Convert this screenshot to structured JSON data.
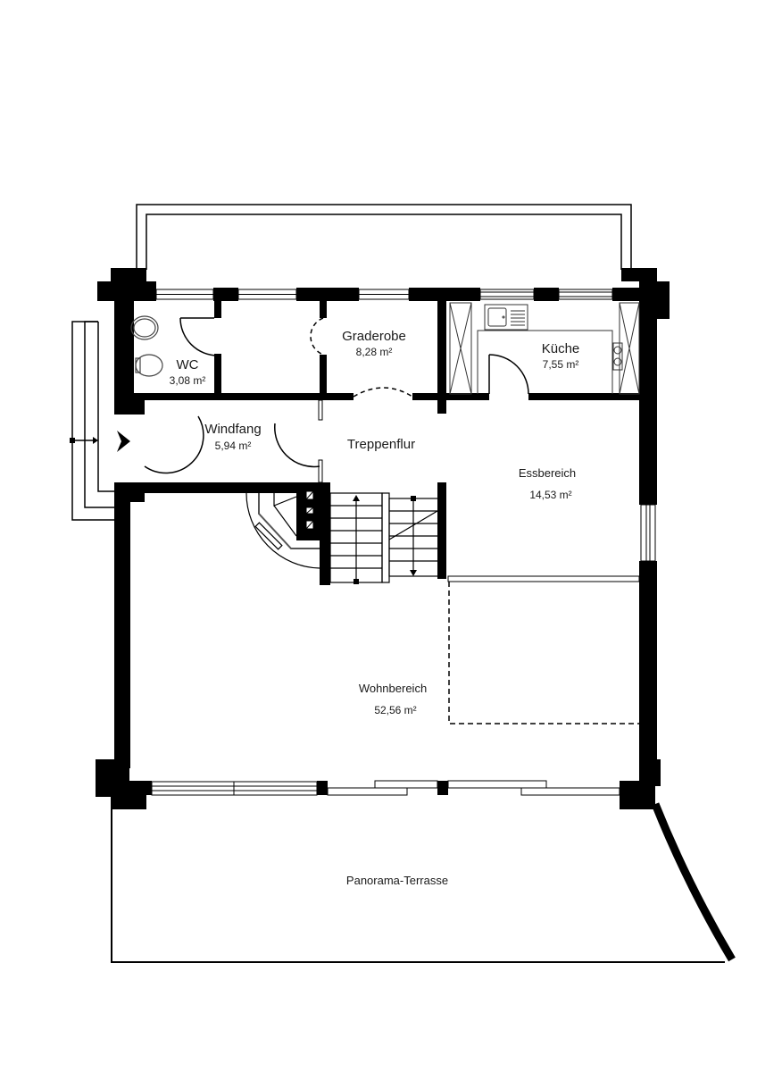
{
  "plan": {
    "title": "Grundriss Erdgeschoss",
    "wall_color": "#000000",
    "line_color": "#000000",
    "background": "#ffffff"
  },
  "rooms": {
    "wc": {
      "name": "WC",
      "area": "3,08 m²"
    },
    "graderobe": {
      "name": "Graderobe",
      "area": "8,28 m²"
    },
    "kueche": {
      "name": "Küche",
      "area": "7,55 m²"
    },
    "windfang": {
      "name": "Windfang",
      "area": "5,94 m²"
    },
    "treppenflur": {
      "name": "Treppenflur"
    },
    "essbereich": {
      "name": "Essbereich",
      "area": "14,53 m²"
    },
    "wohnbereich": {
      "name": "Wohnbereich",
      "area": "52,56 m²"
    },
    "terrasse": {
      "name": "Panorama-Terrasse"
    }
  },
  "symbols": {
    "entrance_arrow": "entrance-arrow-icon",
    "stair_direction": "stair-arrow-icon",
    "fireplace": "fireplace-icon",
    "sink": "sink-icon",
    "toilet": "toilet-icon",
    "washbasin": "washbasin-icon",
    "stove": "stove-icon"
  }
}
